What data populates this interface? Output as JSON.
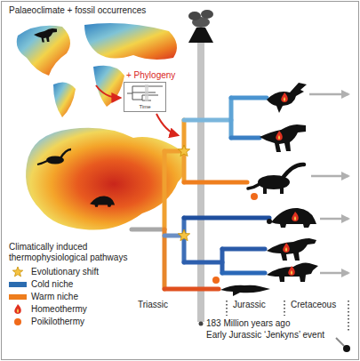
{
  "diagram": {
    "nodes": [
      {
        "text": [
          "Time"
        ]
      }
    ],
    "labels": [
      "Palaeoclimate + fossil occurrences",
      "+ Phylogeny",
      "Climatically induced thermophysiological pathways",
      "Triassic",
      "Jurassic",
      "Cretaceous",
      "183 Million years ago",
      "Early Jurassic ‘Jenkyns’ event"
    ],
    "legend": [
      {
        "text": "Evolutionary shift"
      },
      {
        "text": "Cold niche",
        "color": "#2b6cb0"
      },
      {
        "text": "Warm niche",
        "color": "#ee7d1d"
      },
      {
        "text": "Homeothermy"
      },
      {
        "text": "Poikilothermy"
      }
    ]
  }
}
